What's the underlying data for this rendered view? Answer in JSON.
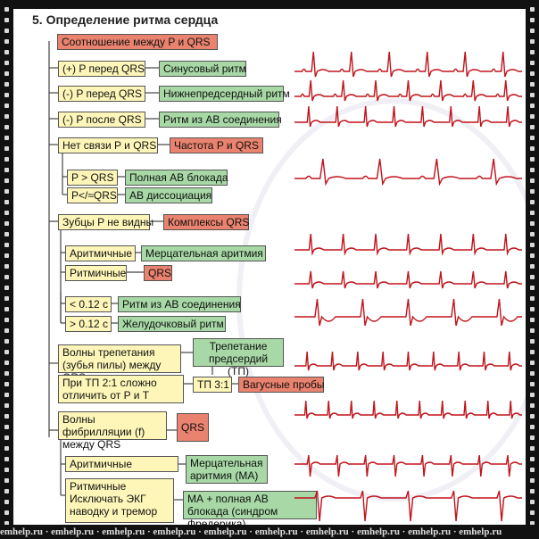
{
  "title": "5. Определение ритма сердца",
  "root": "Соотношение между P и QRS",
  "branches": [
    {
      "cond": "(+) P перед QRS",
      "result": "Синусовый ритм"
    },
    {
      "cond": "(-) P перед QRS",
      "result": "Нижнепредсердный ритм"
    },
    {
      "cond": "(-) P после QRS",
      "result": "Ритм из АВ соединения"
    },
    {
      "cond": "Нет связи P и QRS",
      "result": "Частота P и QRS"
    },
    {
      "cond": "P > QRS",
      "result": "Полная АВ блокада"
    },
    {
      "cond": "P</≈QRS",
      "result": "АВ диссоциация"
    },
    {
      "cond": "Зубцы P не видны",
      "result": "Комплексы QRS"
    },
    {
      "cond": "Аритмичные",
      "result": "Мерцательная аритмия"
    },
    {
      "cond": "Ритмичные",
      "result": "QRS"
    },
    {
      "cond": "< 0.12 с",
      "result": "Ритм из АВ соединения"
    },
    {
      "cond": "> 0.12 с",
      "result": "Желудочковый ритм"
    }
  ],
  "flutter": {
    "cond": "Волны трепетания (зубья пилы) между QRS",
    "note": "При ТП 2:1 сложно отличить от P и T",
    "result": "Трепетание предсердий (ТП)",
    "ratio": "ТП 3:1",
    "test": "Вагусные пробы"
  },
  "fibrillation": {
    "cond": "Волны фибрилляции (f) между QRS",
    "qrs": "QRS",
    "arr": "Аритмичные",
    "arr_result": "Мерцательная аритмия (МА)",
    "rhy": "Ритмичные",
    "rhy_note": "Исключать ЭКГ наводку и тремор",
    "rhy_result": "МА + полная АВ блокада (синдром Фредерика)"
  },
  "footer": "emhelp.ru · emhelp.ru · emhelp.ru · emhelp.ru · emhelp.ru · emhelp.ru · emhelp.ru · emhelp.ru · emhelp.ru · emhelp.ru",
  "colors": {
    "cond_box": "#fdf6b8",
    "result_box": "#a7d8a5",
    "key_box": "#e9826e",
    "ecg": "#c0141c"
  }
}
